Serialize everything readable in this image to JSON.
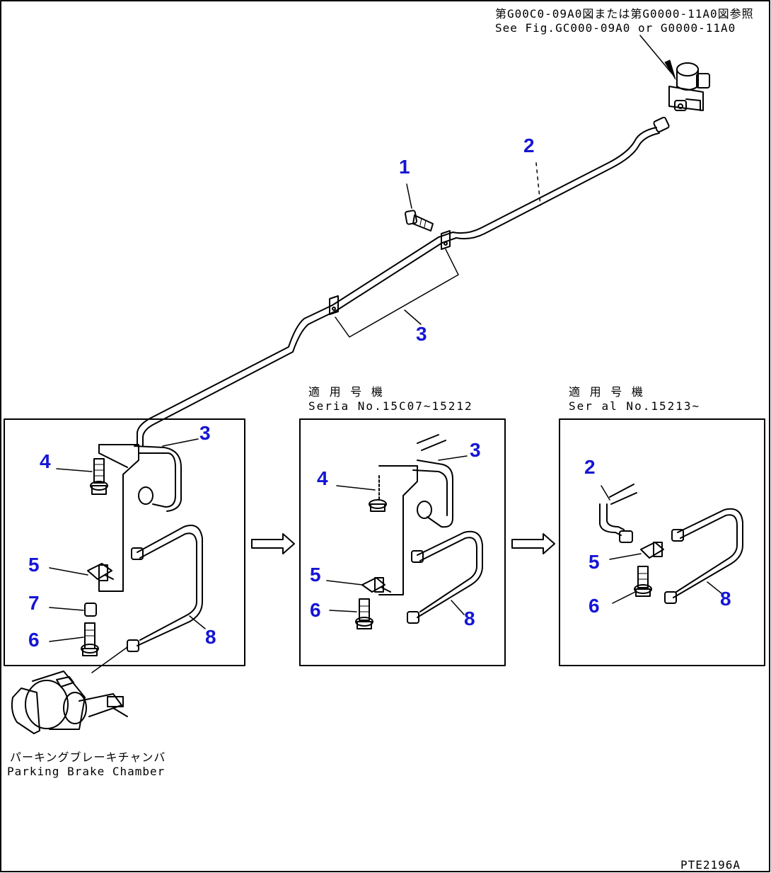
{
  "reference_note": {
    "japanese": "第G00C0-09A0図または第G0000-11A0図参照",
    "english": "See Fig.GC000-09A0 or G0000-11A0"
  },
  "panels": {
    "middle_header_jp": "適 用 号 機",
    "middle_header_serial": "Seria  No.15C07~15212",
    "right_header_jp": "適 用 号 機",
    "right_header_serial": "Ser al No.15213~"
  },
  "chamber_label": {
    "japanese": "パーキングブレーキチャンバ",
    "english": "Parking Brake Chamber"
  },
  "drawing_code": "PTE2196A",
  "callouts": {
    "main_1": "1",
    "main_2": "2",
    "main_3": "3",
    "left_3": "3",
    "left_4": "4",
    "left_5": "5",
    "left_7": "7",
    "left_6": "6",
    "left_8": "8",
    "mid_3": "3",
    "mid_4": "4",
    "mid_5": "5",
    "mid_6": "6",
    "mid_8": "8",
    "right_2": "2",
    "right_5": "5",
    "right_6": "6",
    "right_8": "8"
  },
  "colors": {
    "callout": "#1515d6",
    "line": "#000000"
  }
}
